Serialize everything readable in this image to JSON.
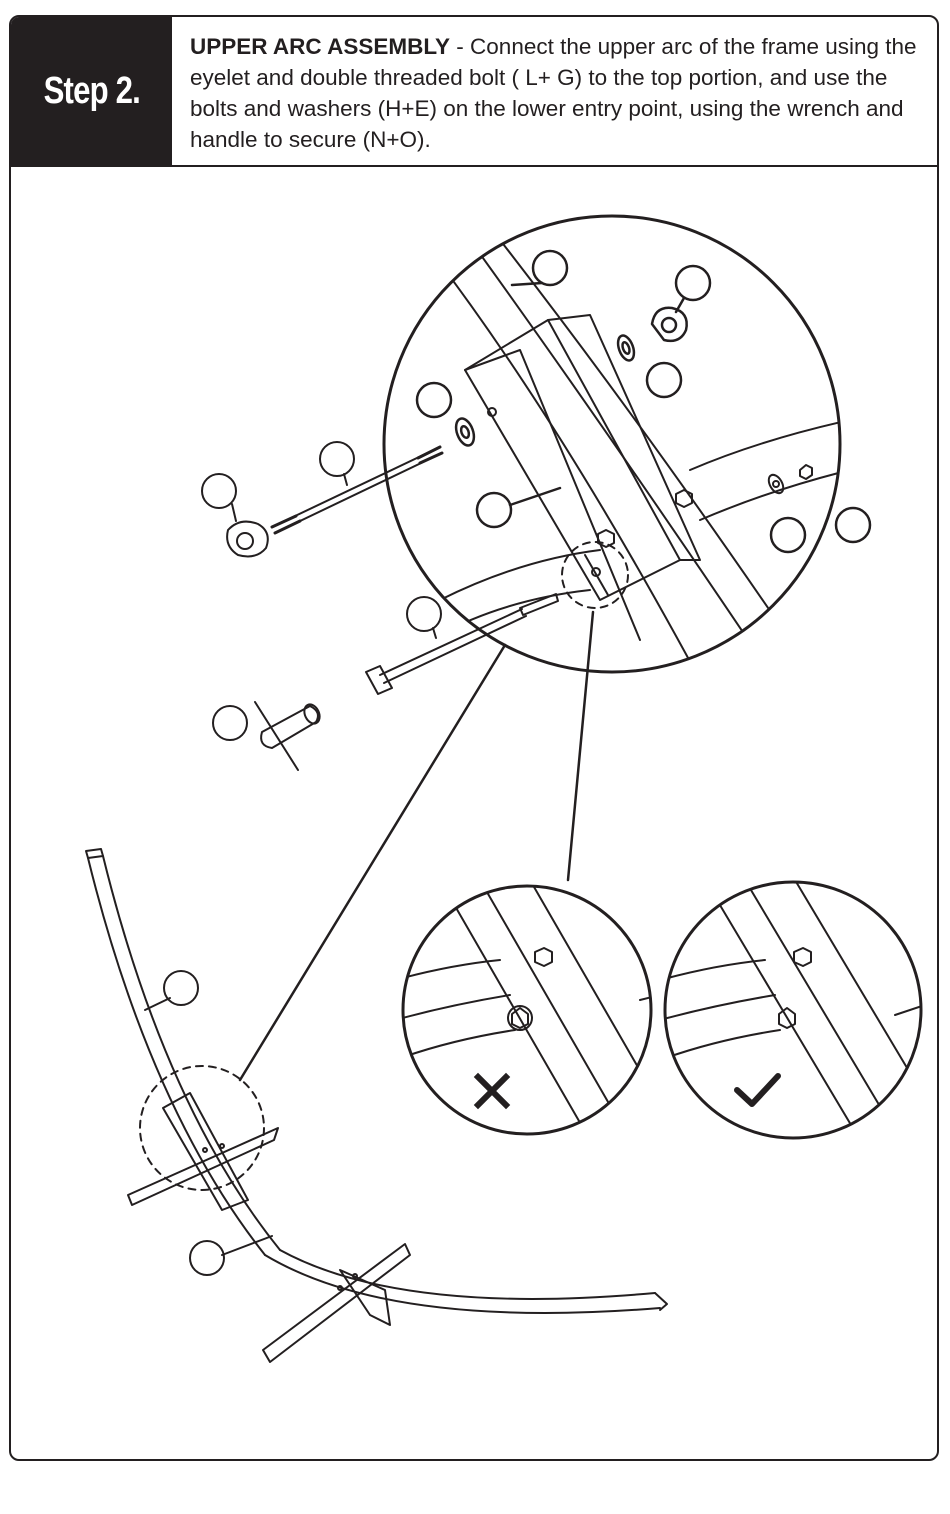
{
  "header": {
    "step_label": "Step 2.",
    "title": "UPPER ARC ASSEMBLY",
    "separator": " - ",
    "body": "Connect the upper arc of the frame using the eyelet and double threaded bolt ( L+ G) to the top portion, and use the bolts and washers (H+E) on the lower entry point, using the wrench and handle to secure (N+O)."
  },
  "icons": {
    "wrong": "cross-icon",
    "correct": "checkmark-icon"
  },
  "colors": {
    "ink": "#231f20",
    "paper": "#ffffff"
  }
}
